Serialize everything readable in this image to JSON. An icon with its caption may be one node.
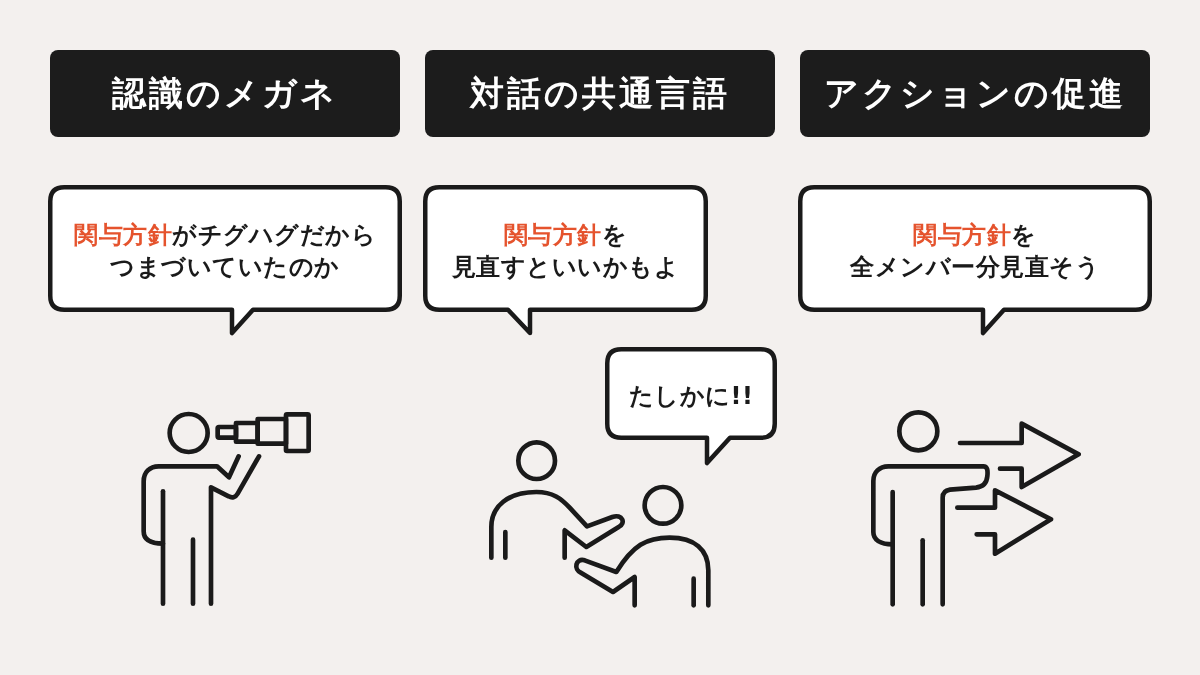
{
  "diagram": {
    "nodes": [
      {
        "text": [
          "認識のメガネ"
        ]
      },
      {
        "text": [
          "対話の共通言語"
        ]
      },
      {
        "text": [
          "アクションの促進"
        ]
      },
      {
        "text": [
          "**関与方針**がチグハグだからつまづいていたのか"
        ]
      },
      {
        "text": [
          "**関与方針**を見直すといいかもよ"
        ]
      },
      {
        "text": [
          "**関与方針**を全メンバー分見直そう"
        ]
      },
      {
        "text": [
          "たしかに!!"
        ]
      }
    ]
  }
}
